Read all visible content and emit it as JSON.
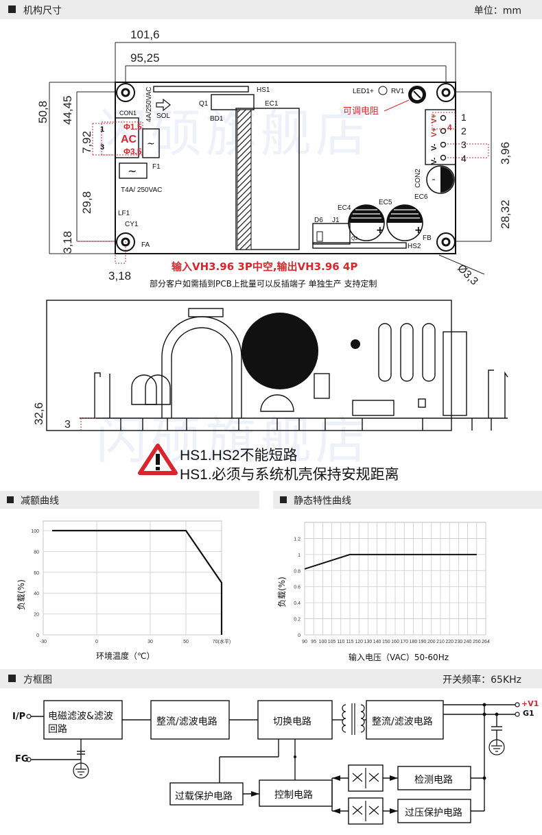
{
  "sections": {
    "dims": {
      "title": "机构尺寸",
      "unit": "单位：mm"
    },
    "derating": {
      "title": "减额曲线"
    },
    "static": {
      "title": "静态特性曲线"
    },
    "block": {
      "title": "方框图",
      "freq": "开关频率：65KHz"
    }
  },
  "dimensions": {
    "d101": "101,6",
    "d95": "95,25",
    "d508": "50,8",
    "d4445": "44,45",
    "d792": "7,92",
    "d298": "29,8",
    "d318a": "3,18",
    "d318b": "3,18",
    "d396": "3,96",
    "d2832": "28,32",
    "d33": "Ø3,3",
    "d326": "32,6",
    "d3": "3"
  },
  "pcb_labels": {
    "hs1": "HS1",
    "q1": "Q1",
    "ec1": "EC1",
    "bd1": "BD1",
    "con1": "CON1",
    "v250": "4A/250VAC",
    "sol": "SOL",
    "f1": "F1",
    "t4a": "T4A/ 250VAC",
    "lf1": "LF1",
    "cy1": "CY1",
    "fa": "FA",
    "led1": "LED1+",
    "rv1": "RV1",
    "adj": "可调电阻",
    "con2": "CON2",
    "ec4": "EC4",
    "ec5": "EC5",
    "ec6": "EC6",
    "d6": "D6",
    "j1": "J1",
    "q2": "Q2",
    "hs2": "HS2",
    "fb": "FB",
    "p1": "1",
    "p3": "3",
    "ac": "AC",
    "phi15": "Φ1.5",
    "phi35": "Φ3.5",
    "vm": "V-",
    "vm2": "V-",
    "vp": "V+",
    "vp2": "V+",
    "pin4": "4",
    "n1": "1",
    "n2": "2",
    "n3": "3",
    "n4": "4"
  },
  "notes": {
    "io": "输入VH3.96 3P中空,输出VH3.96 4P",
    "custom": "部分客户如需插到PCB上批量可以反插端子 单独生产 支持定制",
    "warn1": "HS1.HS2不能短路",
    "warn2": "HS1.必须与系统机壳保持安规距离",
    "watermark": "闪硕旗舰店"
  },
  "chart_data": [
    {
      "type": "line",
      "title": "",
      "xlabel": "环境温度（℃）",
      "ylabel": "负载(%)",
      "x_ticks": [
        "-30",
        "0",
        "30",
        "50",
        "70(水平)"
      ],
      "x_tick_vals": [
        -30,
        0,
        30,
        50,
        70
      ],
      "y_ticks": [
        "0",
        "20",
        "40",
        "60",
        "80",
        "100"
      ],
      "xlim": [
        -30,
        70
      ],
      "ylim": [
        0,
        100
      ],
      "series": [
        {
          "x": [
            -25,
            50,
            70,
            70
          ],
          "y": [
            100,
            100,
            50,
            0
          ]
        }
      ]
    },
    {
      "type": "line",
      "title": "",
      "xlabel": "输入电压（VAC）50-60Hz",
      "ylabel": "负载(%)",
      "x_ticks": [
        "90",
        "95",
        "100",
        "105",
        "110",
        "115",
        "120",
        "130",
        "140",
        "150",
        "160",
        "170",
        "180",
        "190",
        "200",
        "210",
        "220",
        "230",
        "240",
        "250",
        "264"
      ],
      "y_ticks": [
        "0",
        "0.2",
        "0.4",
        "0.6",
        "0.8",
        "1",
        "1.2"
      ],
      "ylim": [
        0,
        1.4
      ],
      "series": [
        {
          "x": [
            90,
            115,
            250
          ],
          "y": [
            0.82,
            1.0,
            1.0
          ]
        }
      ]
    }
  ],
  "block_diagram": {
    "ip": "I/P",
    "fg": "FG",
    "emi": "电磁滤波&滤波回路",
    "rect1": "整流/滤波电路",
    "switch": "切换电路",
    "rect2": "整流/滤波电路",
    "overload": "过载保护电路",
    "control": "控制电路",
    "detect": "检测电路",
    "ovp": "过压保护电路",
    "v1": "+V1",
    "g1": "G1"
  }
}
